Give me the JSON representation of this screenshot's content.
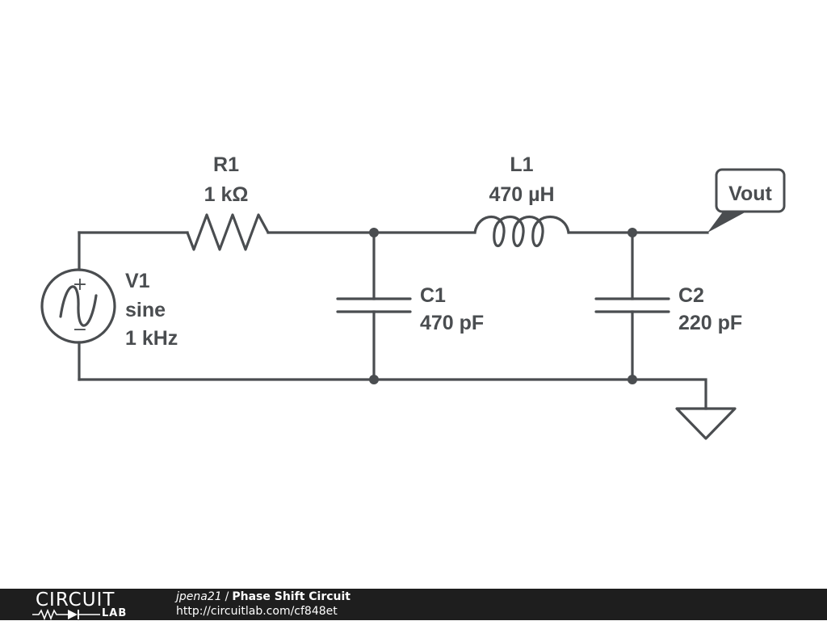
{
  "schematic": {
    "r1": {
      "name": "R1",
      "value": "1 kΩ"
    },
    "l1": {
      "name": "L1",
      "value": "470 µH"
    },
    "v1": {
      "name": "V1",
      "type": "sine",
      "value": "1 kHz"
    },
    "c1": {
      "name": "C1",
      "value": "470 pF"
    },
    "c2": {
      "name": "C2",
      "value": "220 pF"
    },
    "output_label": "Vout"
  },
  "footer": {
    "logo_top": "CIRCUIT",
    "logo_bottom": "LAB",
    "author": "jpena21",
    "separator": "/",
    "circuit_title": "Phase Shift Circuit",
    "url": "http://circuitlab.com/cf848et"
  },
  "colors": {
    "schematic_stroke": "#4a4d50",
    "footer_background": "#1e1e1e",
    "page_background": "#ffffff"
  }
}
